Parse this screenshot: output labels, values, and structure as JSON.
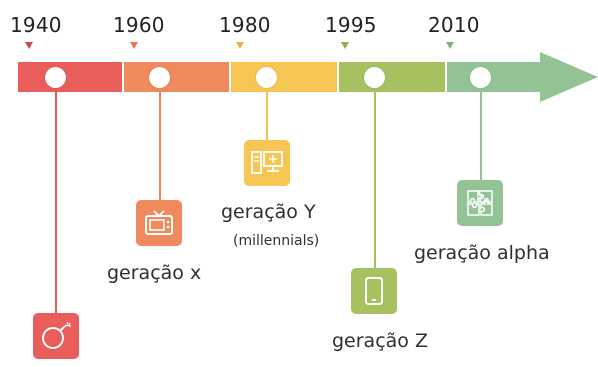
{
  "timeline": {
    "years": [
      "1940",
      "1960",
      "1980",
      "1995",
      "2010"
    ],
    "colors": {
      "red": "#e95d5a",
      "orange": "#ef8a5c",
      "yellow": "#f5c654",
      "olive": "#a7c060",
      "green": "#93c394"
    }
  },
  "generations": [
    {
      "label": "",
      "icon": "bomb-icon"
    },
    {
      "label": "geração x",
      "icon": "tv-icon"
    },
    {
      "label": "geração Y",
      "sublabel": "(millennials)",
      "icon": "computer-icon"
    },
    {
      "label": "geração Z",
      "icon": "tablet-icon"
    },
    {
      "label": "geração alpha",
      "icon": "puzzle-icon"
    }
  ]
}
